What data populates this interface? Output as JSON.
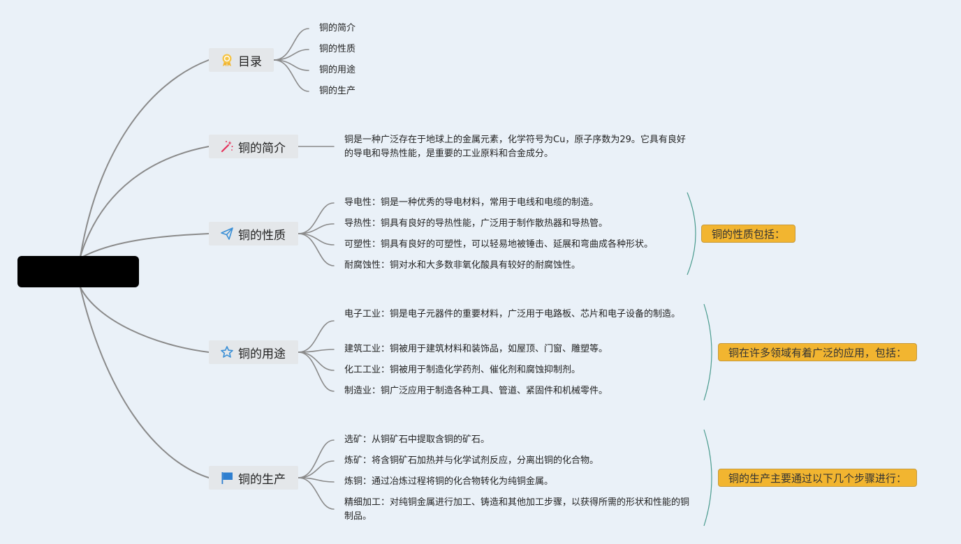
{
  "root": {
    "label": ""
  },
  "toc": {
    "title": "目录",
    "items": [
      "铜的简介",
      "铜的性质",
      "铜的用途",
      "铜的生产"
    ]
  },
  "intro": {
    "title": "铜的简介",
    "text": "铜是一种广泛存在于地球上的金属元素，化学符号为Cu，原子序数为29。它具有良好的导电和导热性能，是重要的工业原料和合金成分。"
  },
  "properties": {
    "title": "铜的性质",
    "items": [
      "导电性：铜是一种优秀的导电材料，常用于电线和电缆的制造。",
      "导热性：铜具有良好的导热性能，广泛用于制作散热器和导热管。",
      "可塑性：铜具有良好的可塑性，可以轻易地被锤击、延展和弯曲成各种形状。",
      "耐腐蚀性：铜对水和大多数非氧化酸具有较好的耐腐蚀性。"
    ],
    "summary": "铜的性质包括："
  },
  "uses": {
    "title": "铜的用途",
    "items": [
      "电子工业：铜是电子元器件的重要材料，广泛用于电路板、芯片和电子设备的制造。",
      "建筑工业：铜被用于建筑材料和装饰品，如屋顶、门窗、雕塑等。",
      "化工工业：铜被用于制造化学药剂、催化剂和腐蚀抑制剂。",
      "制造业：铜广泛应用于制造各种工具、管道、紧固件和机械零件。"
    ],
    "summary": "铜在许多领域有着广泛的应用，包括："
  },
  "production": {
    "title": "铜的生产",
    "items": [
      "选矿：从铜矿石中提取含铜的矿石。",
      "炼矿：将含铜矿石加热并与化学试剂反应，分离出铜的化合物。",
      "炼铜：通过冶炼过程将铜的化合物转化为纯铜金属。",
      "精细加工：对纯铜金属进行加工、铸造和其他加工步骤，以获得所需的形状和性能的铜制品。"
    ],
    "summary": "铜的生产主要通过以下几个步骤进行："
  },
  "icons": {
    "toc": "award-ribbon-icon",
    "intro": "magic-wand-icon",
    "properties": "paper-plane-icon",
    "uses": "star-outline-icon",
    "production": "flag-icon"
  },
  "colors": {
    "background": "#eaf1f8",
    "topic_fill": "#e4e7ea",
    "summary_fill": "#f2b530",
    "bracket": "#4a9b8e",
    "connector": "#8a8a8a"
  }
}
